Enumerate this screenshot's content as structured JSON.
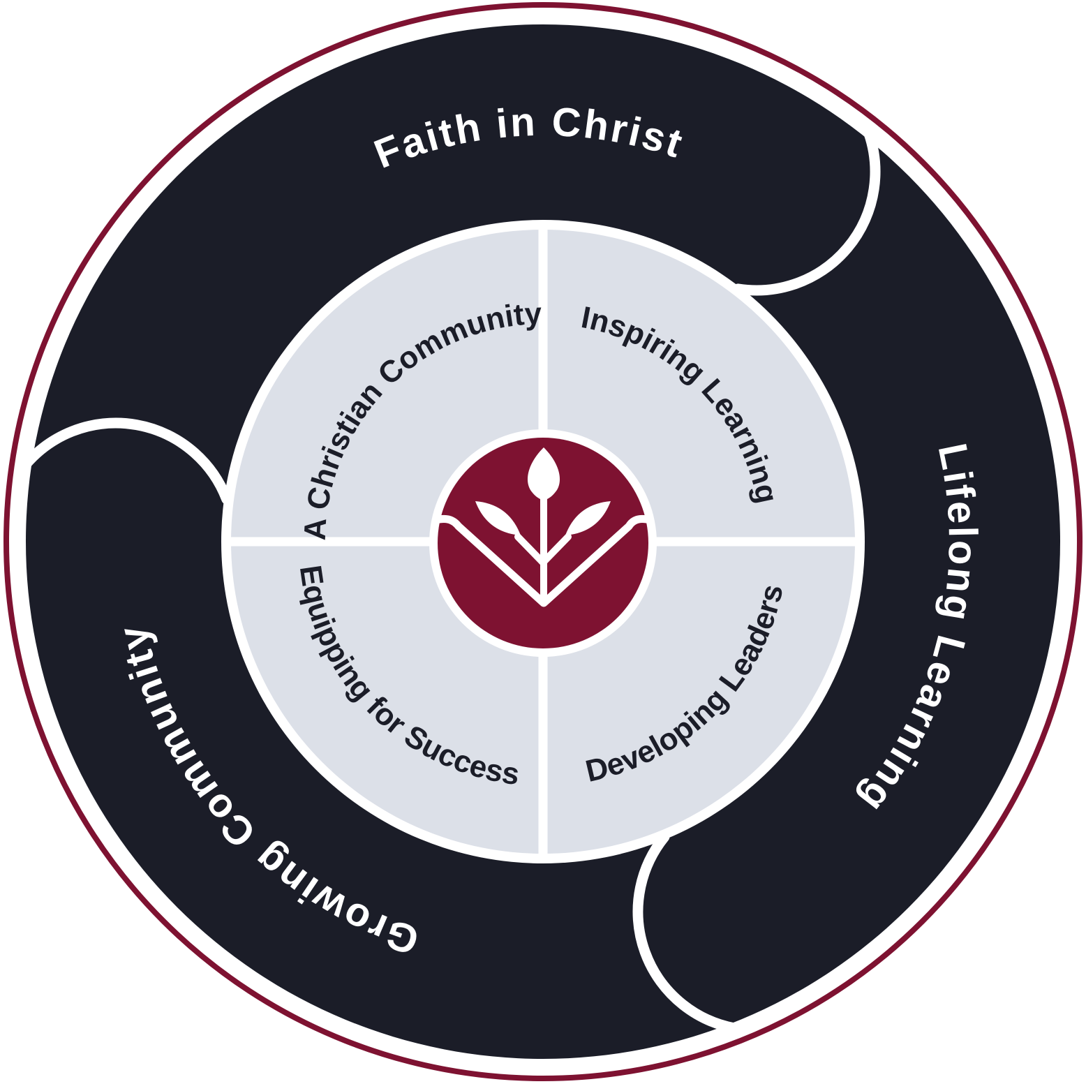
{
  "diagram": {
    "type": "circular-values-wheel",
    "outer_ring": {
      "labels": [
        "Faith in Christ",
        "Lifelong Learning",
        "Growing Community"
      ]
    },
    "inner_quadrants": {
      "labels": [
        "A Christian Community",
        "Inspiring Learning",
        "Equipping for Success",
        "Developing Leaders"
      ]
    },
    "center": {
      "icon": "book-and-plant-logo"
    },
    "colors": {
      "background": "#ffffff",
      "ring_dark": "#1b1d28",
      "accent_maroon": "#7e1231",
      "quadrant_gray": "#dce0e8",
      "divider_white": "#ffffff",
      "outer_text": "#ffffff",
      "inner_text": "#1b1d28"
    }
  }
}
